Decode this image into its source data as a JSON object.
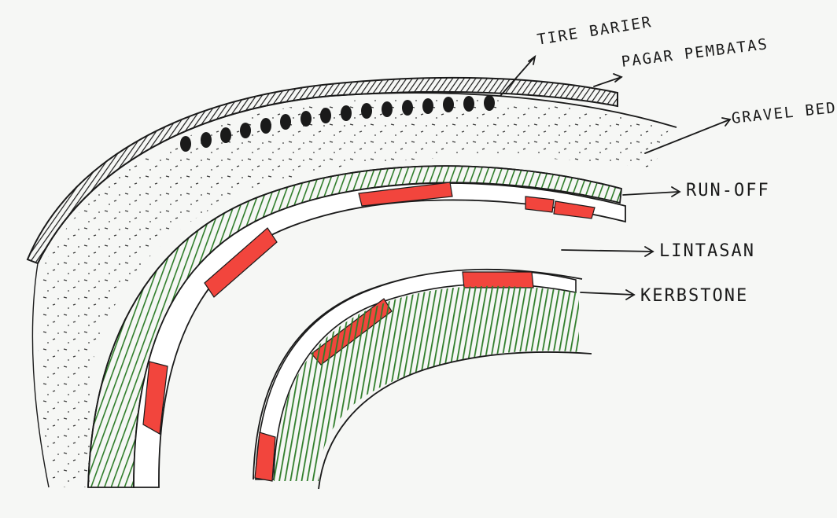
{
  "labels": {
    "tire_barier": "TIRE BARIER",
    "pagar_pembatas": "PAGAR PEMBATAS",
    "gravel_bed": "GRAVEL BED",
    "run_off": "RUN-OFF",
    "lintasan": "LINTASAN",
    "kerbstone": "KERBSTONE"
  },
  "colors": {
    "ink": "#1a1a1a",
    "grass_green": "#2f7d2a",
    "kerb_red": "#f2453d",
    "paper": "#f6f7f5"
  }
}
